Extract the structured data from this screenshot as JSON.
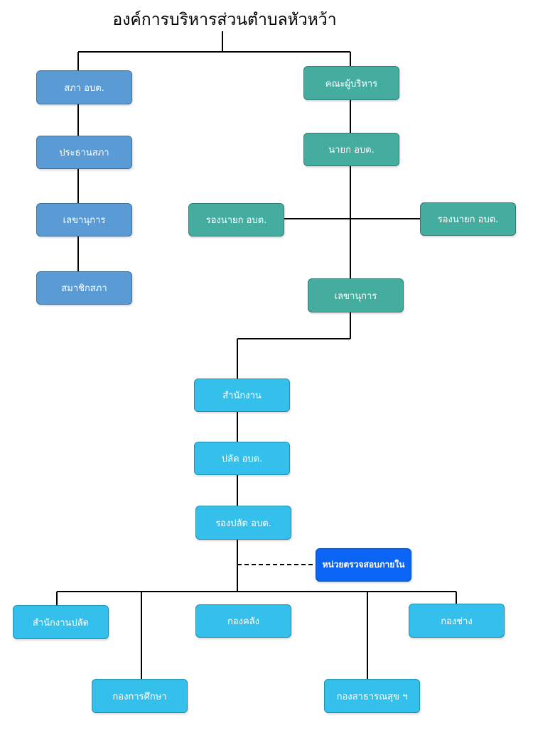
{
  "title": "องค์การบริหารส่วนตำบลหัวหว้า",
  "council": {
    "council": "สภา อบต.",
    "chairman": "ประธานสภา",
    "secretary": "เลขานุการ",
    "member": "สมาชิกสภา"
  },
  "executive": {
    "board": "คณะผู้บริหาร",
    "mayor": "นายก อบต.",
    "deputy_left": "รองนายก อบต.",
    "deputy_right": "รองนายก อบต.",
    "secretary": "เลขานุการ"
  },
  "administration": {
    "office": "สำนักงาน",
    "clerk": "ปลัด อบต.",
    "deputy_clerk": "รองปลัด อบต.",
    "internal_audit": "หน่วยตรวจสอบภายใน"
  },
  "divisions": {
    "clerk_office": "สำนักงานปลัด",
    "education": "กองการศึกษา",
    "finance": "กองคลัง",
    "public_health": "กองสาธารณสุข ฯ",
    "engineering": "กองช่าง"
  },
  "colors": {
    "council": "#5b9bd5",
    "executive": "#45ada0",
    "administration": "#35c0ec",
    "audit": "#0a64f5",
    "line": "#000000"
  }
}
